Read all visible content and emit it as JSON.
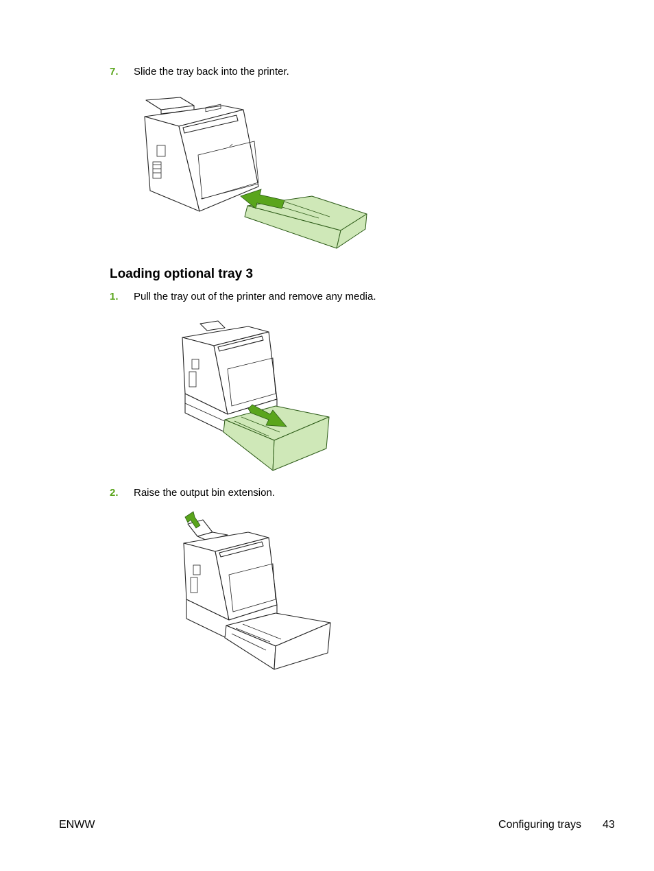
{
  "accent_color": "#5aa51c",
  "steps_top": [
    {
      "number": "7.",
      "text": "Slide the tray back into the printer."
    }
  ],
  "section": {
    "heading": "Loading optional tray 3",
    "steps": [
      {
        "number": "1.",
        "text": "Pull the tray out of the printer and remove any media."
      },
      {
        "number": "2.",
        "text": "Raise the output bin extension."
      }
    ]
  },
  "footer": {
    "left": "ENWW",
    "section_title": "Configuring trays",
    "page_number": "43"
  }
}
